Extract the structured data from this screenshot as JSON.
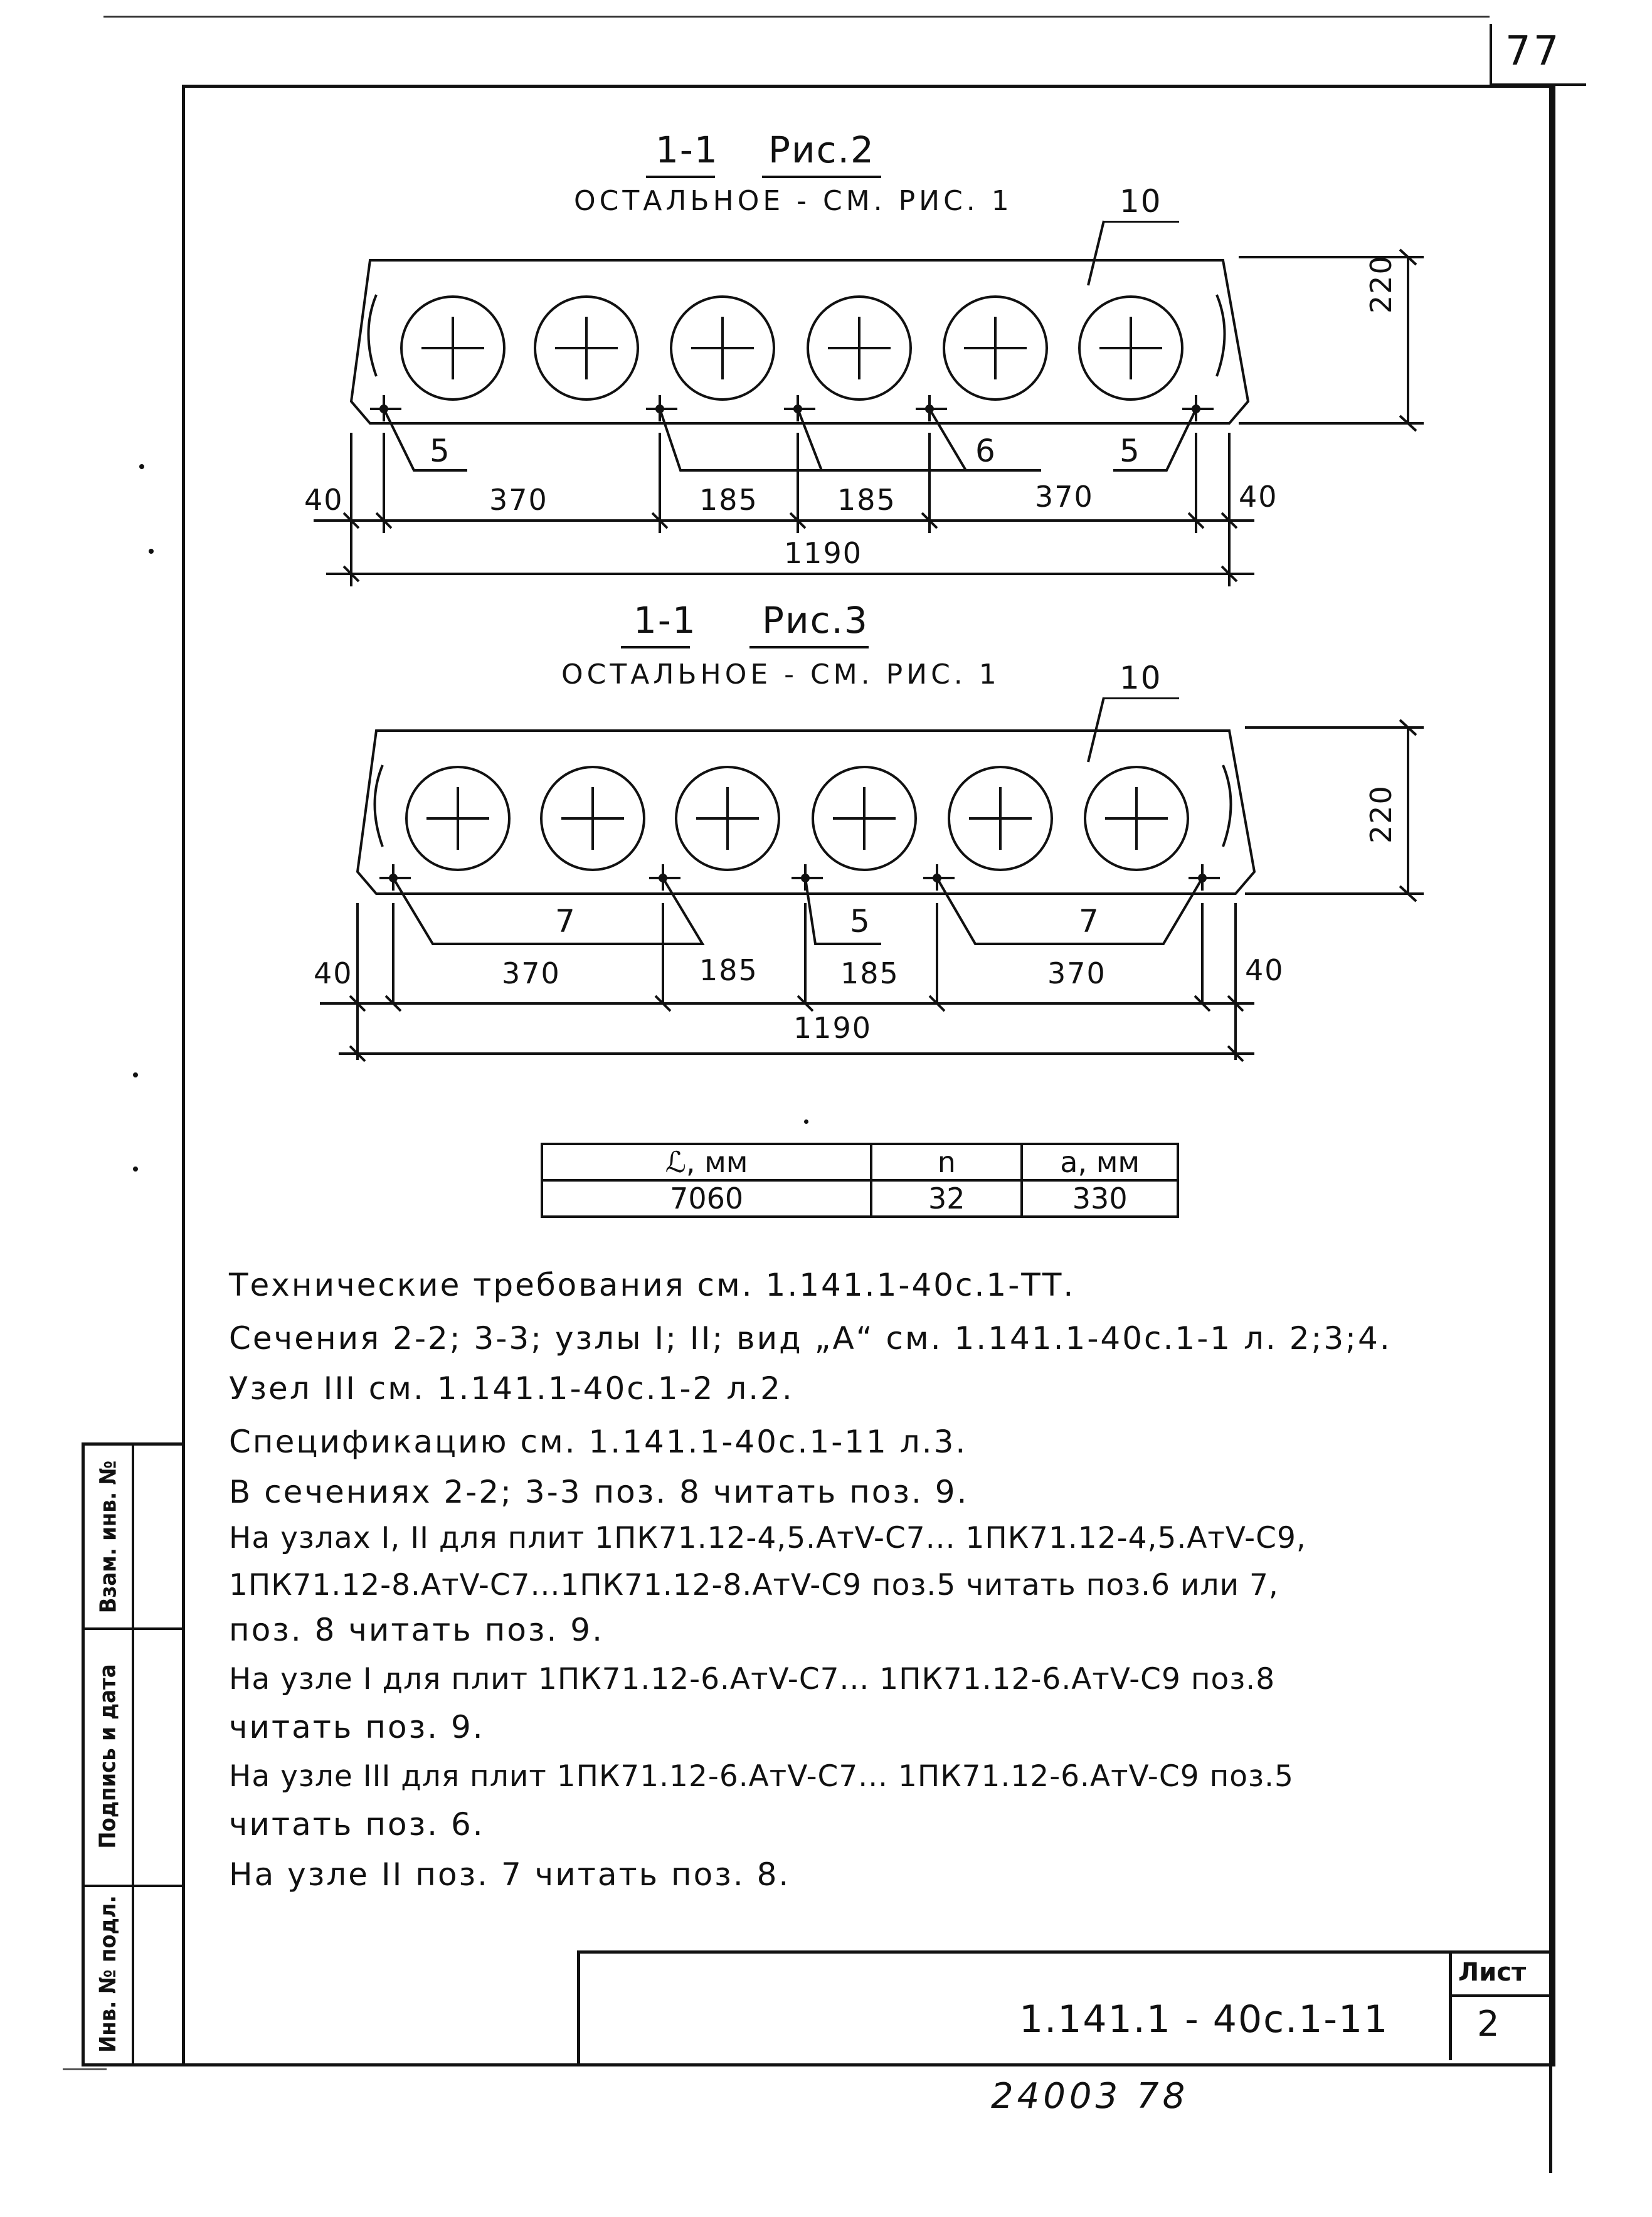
{
  "page_number": "77",
  "fig2": {
    "section": "1-1",
    "title": "Рис.2",
    "note": "ОСТАЛЬНОЕ - СМ. РИС. 1",
    "callout_top": "10",
    "height": "220",
    "callouts": [
      "5",
      "6",
      "5"
    ],
    "dims": [
      "40",
      "370",
      "185",
      "185",
      "370",
      "40"
    ],
    "total": "1190"
  },
  "fig3": {
    "section": "1-1",
    "title": "Рис.3",
    "note": "ОСТАЛЬНОЕ - СМ. РИС. 1",
    "callout_top": "10",
    "height": "220",
    "callouts": [
      "7",
      "5",
      "7"
    ],
    "dims": [
      "40",
      "370",
      "185",
      "185",
      "370",
      "40"
    ],
    "total": "1190"
  },
  "table": {
    "headers": [
      "ℒ, мм",
      "n",
      "a, мм"
    ],
    "row": [
      "7060",
      "32",
      "330"
    ]
  },
  "notes": [
    "Технические требования см. 1.141.1-40с.1-ТТ.",
    "Сечения 2-2; 3-3; узлы I; II; вид „А“ см. 1.141.1-40с.1-1 л. 2;3;4.",
    "Узел III см. 1.141.1-40с.1-2 л.2.",
    "Спецификацию см. 1.141.1-40с.1-11 л.3.",
    "В сечениях 2-2; 3-3 поз. 8 читать поз. 9.",
    "На узлах I, II для плит 1ПК71.12-4,5.АтV-С7... 1ПК71.12-4,5.АтV-С9,",
    "1ПК71.12-8.АтV-С7...1ПК71.12-8.АтV-С9 поз.5 читать поз.6 или 7,",
    "поз. 8 читать поз. 9.",
    "На узле I для плит 1ПК71.12-6.АтV-С7... 1ПК71.12-6.АтV-С9 поз.8",
    "читать поз. 9.",
    "На узле III для плит 1ПК71.12-6.АтV-С7... 1ПК71.12-6.АтV-С9 поз.5",
    "читать поз. 6.",
    "На узле II поз. 7 читать поз. 8."
  ],
  "side_stamp": [
    "Инв. № подл.",
    "Подпись и дата",
    "Взам. инв. №"
  ],
  "title_block": {
    "doc_code": "1.141.1 - 40с.1-11",
    "sheet_label": "Лист",
    "sheet_number": "2"
  },
  "footer_code": "24003 78"
}
